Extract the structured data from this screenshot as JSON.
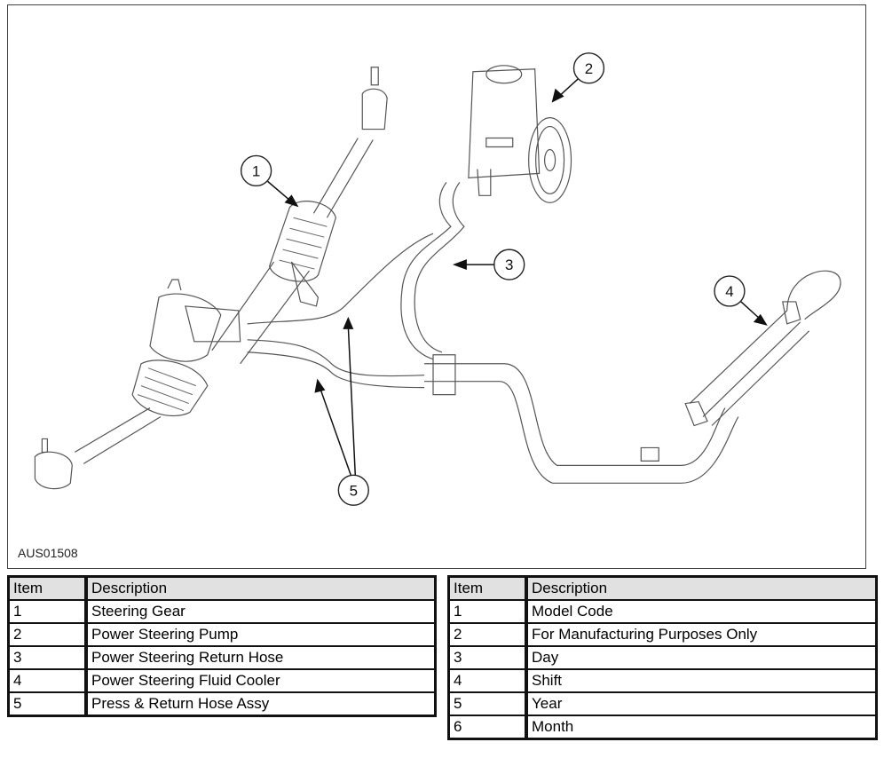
{
  "figure": {
    "code": "AUS01508",
    "callouts": [
      "1",
      "2",
      "3",
      "4",
      "5"
    ]
  },
  "components_table": {
    "headers": [
      "Item",
      "Description"
    ],
    "rows": [
      [
        "1",
        "Steering Gear"
      ],
      [
        "2",
        "Power Steering Pump"
      ],
      [
        "3",
        "Power Steering Return Hose"
      ],
      [
        "4",
        "Power Steering Fluid Cooler"
      ],
      [
        "5",
        "Press & Return Hose Assy"
      ]
    ]
  },
  "code_table": {
    "headers": [
      "Item",
      "Description"
    ],
    "rows": [
      [
        "1",
        "Model Code"
      ],
      [
        "2",
        "For Manufacturing Purposes Only"
      ],
      [
        "3",
        "Day"
      ],
      [
        "4",
        "Shift"
      ],
      [
        "5",
        "Year"
      ],
      [
        "6",
        "Month"
      ]
    ]
  }
}
